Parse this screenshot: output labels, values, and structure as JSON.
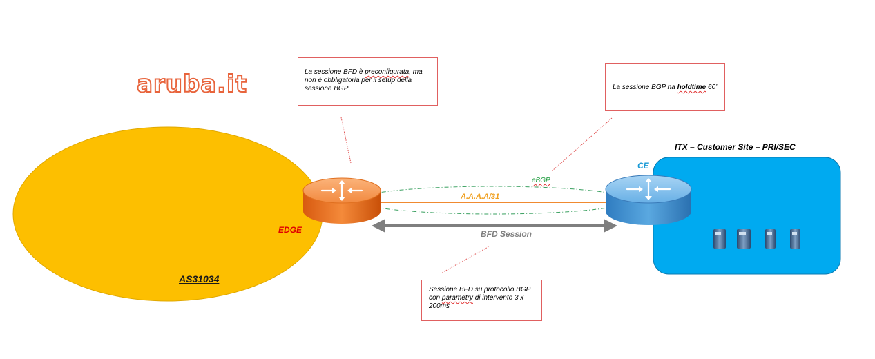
{
  "logo": {
    "text": "aruba.it"
  },
  "labels": {
    "edge": "EDGE",
    "as_number": "AS31034",
    "ce": "CE",
    "customer_site": "ITX – Customer Site – PRI/SEC",
    "ebgp": "eBGP",
    "link_subnet": "A.A.A.A/31",
    "bfd_session": "BFD Session"
  },
  "callouts": {
    "bfd_preconfig": {
      "line1_pre": "La sessione BFD è ",
      "line1_wavy": "preconfigurata",
      "line1_post": ", ma",
      "rest": "non è obbligatoria per il  setup della sessione BGP"
    },
    "holdtime": {
      "pre": "La sessione BGP ha ",
      "bold": "holdtime",
      "post": " 60’"
    },
    "bfd_params": {
      "line1": "Sessione BFD su protocollo BGP",
      "pre": "con ",
      "wavy": "parametry",
      "post": " di intervento 3 x 200ms"
    }
  },
  "colors": {
    "as_area": "#fdbf00",
    "customer_site": "#00aaf0",
    "edge_router": "#f07a20",
    "ce_router": "#3a8fd0",
    "ebgp_line": "#3aa060",
    "link_line": "#f08a30",
    "bfd_arrow": "#7f7f7f",
    "callout_border": "#e06060"
  },
  "icons": {
    "edge_router": "router-icon",
    "ce_router": "router-icon",
    "servers": "server-icon"
  }
}
